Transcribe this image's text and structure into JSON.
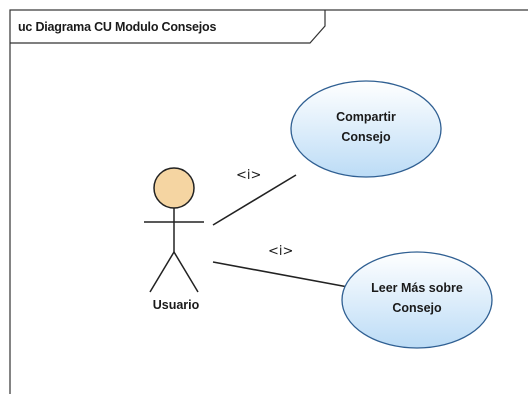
{
  "diagram": {
    "frame_title": "uc Diagrama CU Modulo Consejos",
    "actor": {
      "name": "Usuario",
      "icon": "actor-stick-figure-icon"
    },
    "use_cases": [
      {
        "id": "compartir",
        "line1": "Compartir",
        "line2": "Consejo"
      },
      {
        "id": "leer",
        "line1": "Leer Más sobre",
        "line2": "Consejo"
      }
    ],
    "associations": [
      {
        "from": "Usuario",
        "to": "compartir",
        "stereotype": "<i>"
      },
      {
        "from": "Usuario",
        "to": "leer",
        "stereotype": "<i>"
      }
    ],
    "colors": {
      "frame": "#333333",
      "actor_head_fill": "#f7d9a8",
      "use_case_fill_top": "#ffffff",
      "use_case_fill_bottom": "#c9e4f8",
      "use_case_stroke": "#3a6ea5"
    }
  }
}
